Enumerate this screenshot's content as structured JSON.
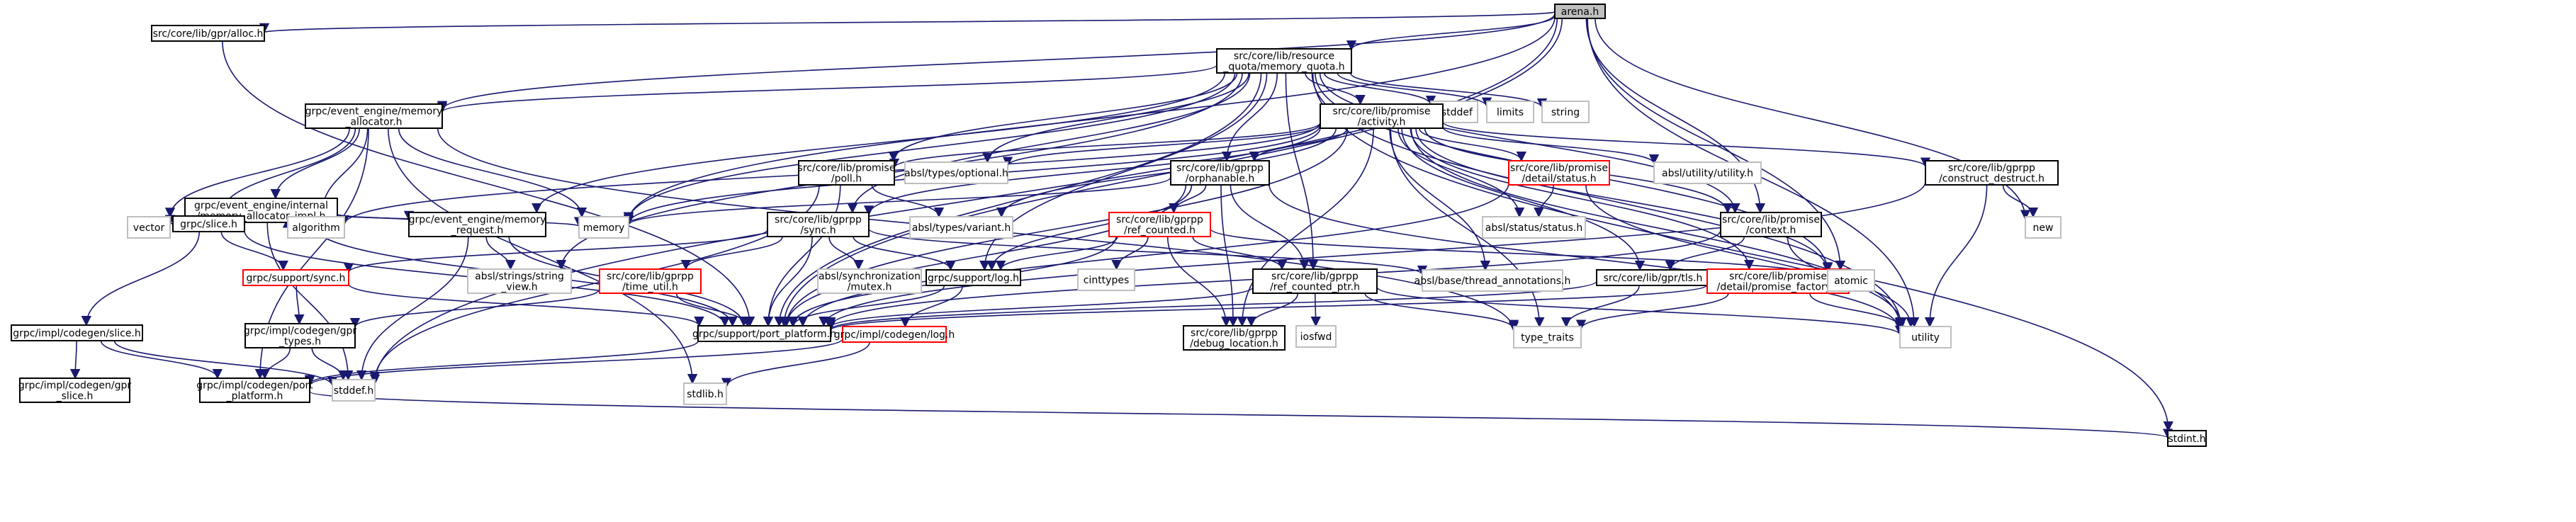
{
  "graph": {
    "nodes": [
      {
        "id": "arena",
        "lines": [
          "arena.h"
        ],
        "style": "root"
      },
      {
        "id": "gpr_alloc",
        "lines": [
          "src/core/lib/gpr/alloc.h"
        ],
        "style": "normal"
      },
      {
        "id": "memory_quota",
        "lines": [
          "src/core/lib/resource",
          "_quota/memory_quota.h"
        ],
        "style": "normal"
      },
      {
        "id": "ee_allocator",
        "lines": [
          "grpc/event_engine/memory",
          "_allocator.h"
        ],
        "style": "normal"
      },
      {
        "id": "ee_internal",
        "lines": [
          "grpc/event_engine/internal",
          "/memory_allocator_impl.h"
        ],
        "style": "normal"
      },
      {
        "id": "slice",
        "lines": [
          "grpc/slice.h"
        ],
        "style": "normal"
      },
      {
        "id": "ee_request",
        "lines": [
          "grpc/event_engine/memory",
          "_request.h"
        ],
        "style": "normal"
      },
      {
        "id": "vector",
        "lines": [
          "vector"
        ],
        "style": "system"
      },
      {
        "id": "algorithm",
        "lines": [
          "algorithm"
        ],
        "style": "system"
      },
      {
        "id": "memory",
        "lines": [
          "memory"
        ],
        "style": "system"
      },
      {
        "id": "support_sync",
        "lines": [
          "grpc/support/sync.h"
        ],
        "style": "truncated"
      },
      {
        "id": "codegen_slice",
        "lines": [
          "grpc/impl/codegen/slice.h"
        ],
        "style": "normal"
      },
      {
        "id": "codegen_gpr_slice",
        "lines": [
          "grpc/impl/codegen/gpr",
          "_slice.h"
        ],
        "style": "normal"
      },
      {
        "id": "codegen_gpr_types",
        "lines": [
          "grpc/impl/codegen/gpr",
          "_types.h"
        ],
        "style": "normal"
      },
      {
        "id": "codegen_port_platform",
        "lines": [
          "grpc/impl/codegen/port",
          "_platform.h"
        ],
        "style": "normal"
      },
      {
        "id": "stddef",
        "lines": [
          "stddef.h"
        ],
        "style": "system"
      },
      {
        "id": "stdlib",
        "lines": [
          "stdlib.h"
        ],
        "style": "system"
      },
      {
        "id": "stdint",
        "lines": [
          "stdint.h"
        ],
        "style": "normal"
      },
      {
        "id": "support_port_platform",
        "lines": [
          "grpc/support/port_platform.h"
        ],
        "style": "normal"
      },
      {
        "id": "strings_string_view",
        "lines": [
          "absl/strings/string",
          "_view.h"
        ],
        "style": "system"
      },
      {
        "id": "gprpp_sync",
        "lines": [
          "src/core/lib/gprpp",
          "/sync.h"
        ],
        "style": "normal"
      },
      {
        "id": "time_util",
        "lines": [
          "src/core/lib/gprpp",
          "/time_util.h"
        ],
        "style": "truncated"
      },
      {
        "id": "sync_mutex",
        "lines": [
          "absl/synchronization",
          "/mutex.h"
        ],
        "style": "system"
      },
      {
        "id": "support_log",
        "lines": [
          "grpc/support/log.h"
        ],
        "style": "normal"
      },
      {
        "id": "codegen_log",
        "lines": [
          "grpc/impl/codegen/log.h"
        ],
        "style": "truncated"
      },
      {
        "id": "promise_poll",
        "lines": [
          "src/core/lib/promise",
          "/poll.h"
        ],
        "style": "normal"
      },
      {
        "id": "types_optional",
        "lines": [
          "absl/types/optional.h"
        ],
        "style": "system"
      },
      {
        "id": "types_variant",
        "lines": [
          "absl/types/variant.h"
        ],
        "style": "system"
      },
      {
        "id": "orphanable",
        "lines": [
          "src/core/lib/gprpp",
          "/orphanable.h"
        ],
        "style": "normal"
      },
      {
        "id": "ref_counted",
        "lines": [
          "src/core/lib/gprpp",
          "/ref_counted.h"
        ],
        "style": "truncated"
      },
      {
        "id": "cinttypes",
        "lines": [
          "cinttypes"
        ],
        "style": "system"
      },
      {
        "id": "ref_counted_ptr",
        "lines": [
          "src/core/lib/gprpp",
          "/ref_counted_ptr.h"
        ],
        "style": "normal"
      },
      {
        "id": "debug_location",
        "lines": [
          "src/core/lib/gprpp",
          "/debug_location.h"
        ],
        "style": "normal"
      },
      {
        "id": "iosfwd",
        "lines": [
          "iosfwd"
        ],
        "style": "system"
      },
      {
        "id": "cstddef",
        "lines": [
          "cstddef"
        ],
        "style": "system"
      },
      {
        "id": "limits",
        "lines": [
          "limits"
        ],
        "style": "system"
      },
      {
        "id": "string",
        "lines": [
          "string"
        ],
        "style": "system"
      },
      {
        "id": "promise_activity",
        "lines": [
          "src/core/lib/promise",
          "/activity.h"
        ],
        "style": "normal"
      },
      {
        "id": "promise_status",
        "lines": [
          "src/core/lib/promise",
          "/detail/status.h"
        ],
        "style": "truncated"
      },
      {
        "id": "status_status",
        "lines": [
          "absl/status/status.h"
        ],
        "style": "system"
      },
      {
        "id": "utility_utility",
        "lines": [
          "absl/utility/utility.h"
        ],
        "style": "system"
      },
      {
        "id": "construct_destruct",
        "lines": [
          "src/core/lib/gprpp",
          "/construct_destruct.h"
        ],
        "style": "normal"
      },
      {
        "id": "new",
        "lines": [
          "new"
        ],
        "style": "system"
      },
      {
        "id": "promise_context",
        "lines": [
          "src/core/lib/promise",
          "/context.h"
        ],
        "style": "normal"
      },
      {
        "id": "thread_annotations",
        "lines": [
          "absl/base/thread_annotations.h"
        ],
        "style": "system"
      },
      {
        "id": "gpr_tls",
        "lines": [
          "src/core/lib/gpr/tls.h"
        ],
        "style": "normal"
      },
      {
        "id": "promise_factory",
        "lines": [
          "src/core/lib/promise",
          "/detail/promise_factory.h"
        ],
        "style": "truncated"
      },
      {
        "id": "atomic",
        "lines": [
          "atomic"
        ],
        "style": "system"
      },
      {
        "id": "type_traits",
        "lines": [
          "type_traits"
        ],
        "style": "system"
      },
      {
        "id": "utility",
        "lines": [
          "utility"
        ],
        "style": "system"
      }
    ],
    "edges": [
      [
        "arena",
        "gpr_alloc"
      ],
      [
        "arena",
        "memory_quota"
      ],
      [
        "arena",
        "ee_allocator"
      ],
      [
        "arena",
        "support_port_platform"
      ],
      [
        "arena",
        "memory"
      ],
      [
        "arena",
        "promise_context"
      ],
      [
        "arena",
        "atomic"
      ],
      [
        "arena",
        "new"
      ],
      [
        "arena",
        "utility"
      ],
      [
        "arena",
        "stddef"
      ],
      [
        "gpr_alloc",
        "support_port_platform"
      ],
      [
        "memory_quota",
        "ee_allocator"
      ],
      [
        "memory_quota",
        "ee_request"
      ],
      [
        "memory_quota",
        "support_port_platform"
      ],
      [
        "memory_quota",
        "memory"
      ],
      [
        "memory_quota",
        "gprpp_sync"
      ],
      [
        "memory_quota",
        "promise_activity"
      ],
      [
        "memory_quota",
        "orphanable"
      ],
      [
        "memory_quota",
        "ref_counted_ptr"
      ],
      [
        "memory_quota",
        "promise_poll"
      ],
      [
        "memory_quota",
        "types_optional"
      ],
      [
        "memory_quota",
        "strings_string_view"
      ],
      [
        "memory_quota",
        "support_log"
      ],
      [
        "memory_quota",
        "cstddef"
      ],
      [
        "memory_quota",
        "limits"
      ],
      [
        "memory_quota",
        "string"
      ],
      [
        "memory_quota",
        "atomic"
      ],
      [
        "memory_quota",
        "utility"
      ],
      [
        "memory_quota",
        "stdint"
      ],
      [
        "memory_quota",
        "promise_context"
      ],
      [
        "ee_allocator",
        "ee_internal"
      ],
      [
        "ee_allocator",
        "slice"
      ],
      [
        "ee_allocator",
        "vector"
      ],
      [
        "ee_allocator",
        "algorithm"
      ],
      [
        "ee_allocator",
        "memory"
      ],
      [
        "ee_allocator",
        "codegen_port_platform"
      ],
      [
        "ee_allocator",
        "stdlib"
      ],
      [
        "ee_allocator",
        "type_traits"
      ],
      [
        "ee_internal",
        "slice"
      ],
      [
        "ee_internal",
        "ee_request"
      ],
      [
        "ee_internal",
        "algorithm"
      ],
      [
        "ee_internal",
        "memory"
      ],
      [
        "ee_internal",
        "vector"
      ],
      [
        "ee_internal",
        "support_port_platform"
      ],
      [
        "ee_internal",
        "stddef"
      ],
      [
        "slice",
        "codegen_slice"
      ],
      [
        "slice",
        "support_sync"
      ],
      [
        "slice",
        "support_port_platform"
      ],
      [
        "ee_request",
        "support_port_platform"
      ],
      [
        "ee_request",
        "strings_string_view"
      ],
      [
        "ee_request",
        "stddef"
      ],
      [
        "support_sync",
        "support_port_platform"
      ],
      [
        "support_sync",
        "codegen_gpr_types"
      ],
      [
        "codegen_slice",
        "codegen_gpr_slice"
      ],
      [
        "codegen_slice",
        "codegen_port_platform"
      ],
      [
        "codegen_slice",
        "stddef"
      ],
      [
        "codegen_gpr_types",
        "codegen_port_platform"
      ],
      [
        "codegen_gpr_types",
        "stddef"
      ],
      [
        "codegen_port_platform",
        "stdint"
      ],
      [
        "support_port_platform",
        "codegen_port_platform"
      ],
      [
        "gprpp_sync",
        "support_sync"
      ],
      [
        "gprpp_sync",
        "time_util"
      ],
      [
        "gprpp_sync",
        "support_log"
      ],
      [
        "gprpp_sync",
        "sync_mutex"
      ],
      [
        "gprpp_sync",
        "support_port_platform"
      ],
      [
        "gprpp_sync",
        "thread_annotations"
      ],
      [
        "time_util",
        "support_port_platform"
      ],
      [
        "time_util",
        "codegen_gpr_types"
      ],
      [
        "support_log",
        "support_port_platform"
      ],
      [
        "support_log",
        "codegen_log"
      ],
      [
        "codegen_log",
        "codegen_port_platform"
      ],
      [
        "codegen_log",
        "stdlib"
      ],
      [
        "promise_poll",
        "support_port_platform"
      ],
      [
        "promise_poll",
        "types_variant"
      ],
      [
        "promise_poll",
        "stddef"
      ],
      [
        "orphanable",
        "ref_counted"
      ],
      [
        "orphanable",
        "ref_counted_ptr"
      ],
      [
        "orphanable",
        "debug_location"
      ],
      [
        "orphanable",
        "memory"
      ],
      [
        "orphanable",
        "support_port_platform"
      ],
      [
        "orphanable",
        "support_log"
      ],
      [
        "orphanable",
        "utility"
      ],
      [
        "ref_counted",
        "ref_counted_ptr"
      ],
      [
        "ref_counted",
        "debug_location"
      ],
      [
        "ref_counted",
        "cinttypes"
      ],
      [
        "ref_counted",
        "support_log"
      ],
      [
        "ref_counted",
        "support_port_platform"
      ],
      [
        "ref_counted",
        "atomic"
      ],
      [
        "ref_counted_ptr",
        "debug_location"
      ],
      [
        "ref_counted_ptr",
        "type_traits"
      ],
      [
        "ref_counted_ptr",
        "iosfwd"
      ],
      [
        "ref_counted_ptr",
        "support_port_platform"
      ],
      [
        "ref_counted_ptr",
        "utility"
      ],
      [
        "promise_activity",
        "promise_poll"
      ],
      [
        "promise_activity",
        "types_optional"
      ],
      [
        "promise_activity",
        "types_variant"
      ],
      [
        "promise_activity",
        "orphanable"
      ],
      [
        "promise_activity",
        "promise_status"
      ],
      [
        "promise_activity",
        "status_status"
      ],
      [
        "promise_activity",
        "utility_utility"
      ],
      [
        "promise_activity",
        "construct_destruct"
      ],
      [
        "promise_activity",
        "promise_context"
      ],
      [
        "promise_activity",
        "thread_annotations"
      ],
      [
        "promise_activity",
        "gpr_tls"
      ],
      [
        "promise_activity",
        "promise_factory"
      ],
      [
        "promise_activity",
        "atomic"
      ],
      [
        "promise_activity",
        "support_port_platform"
      ],
      [
        "promise_activity",
        "algorithm"
      ],
      [
        "promise_activity",
        "memory"
      ],
      [
        "promise_activity",
        "gprpp_sync"
      ],
      [
        "promise_activity",
        "debug_location"
      ],
      [
        "promise_activity",
        "utility"
      ],
      [
        "promise_activity",
        "type_traits"
      ],
      [
        "promise_status",
        "status_status"
      ],
      [
        "promise_status",
        "support_port_platform"
      ],
      [
        "promise_status",
        "utility"
      ],
      [
        "construct_destruct",
        "new"
      ],
      [
        "construct_destruct",
        "utility"
      ],
      [
        "construct_destruct",
        "support_port_platform"
      ],
      [
        "promise_context",
        "gpr_tls"
      ],
      [
        "promise_context",
        "utility"
      ],
      [
        "promise_context",
        "support_port_platform"
      ],
      [
        "gpr_tls",
        "support_port_platform"
      ],
      [
        "gpr_tls",
        "type_traits"
      ],
      [
        "promise_factory",
        "type_traits"
      ],
      [
        "promise_factory",
        "utility"
      ],
      [
        "promise_factory",
        "support_port_platform"
      ],
      [
        "stdint",
        "stdint"
      ]
    ]
  }
}
